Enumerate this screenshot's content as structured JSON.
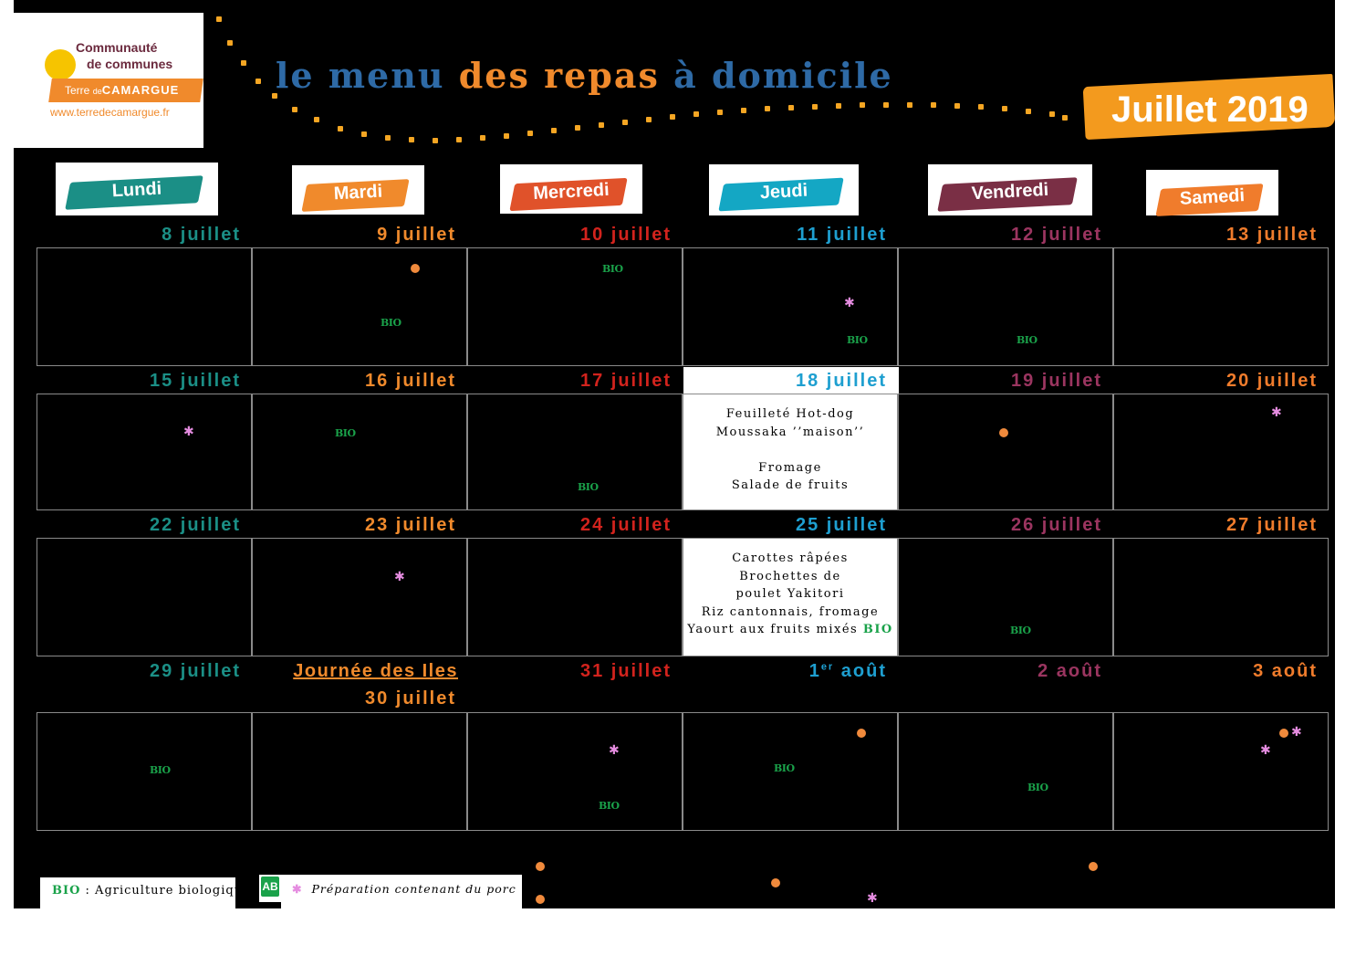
{
  "header": {
    "logo": {
      "line1": "Communauté",
      "line2": "de communes",
      "line3a": "Terre",
      "line3b": "de",
      "line3c": "CAMARGUE",
      "url": "www.terredecamargue.fr"
    },
    "title": {
      "part1": "le menu",
      "part2": "des repas",
      "part3": "à domicile"
    },
    "month": "Juillet 2019"
  },
  "days": [
    {
      "label": "Lundi",
      "color": "#1b8f86"
    },
    {
      "label": "Mardi",
      "color": "#f08a2c"
    },
    {
      "label": "Mercredi",
      "color": "#e0522a"
    },
    {
      "label": "Jeudi",
      "color": "#14a7c4"
    },
    {
      "label": "Vendredi",
      "color": "#7a2f45"
    },
    {
      "label": "Samedi",
      "color": "#f07c2c"
    }
  ],
  "date_colors": [
    "#1b8f86",
    "#f08a2c",
    "#d2231d",
    "#1e9fd0",
    "#9b3560",
    "#f07c2c"
  ],
  "weeks": [
    {
      "dates": [
        "8 juillet",
        "9 juillet",
        "10 juillet",
        "11 juillet",
        "12 juillet",
        "13 juillet"
      ]
    },
    {
      "dates": [
        "15 juillet",
        "16 juillet",
        "17 juillet",
        "18 juillet",
        "19 juillet",
        "20 juillet"
      ]
    },
    {
      "dates": [
        "22 juillet",
        "23 juillet",
        "24 juillet",
        "25 juillet",
        "26 juillet",
        "27 juillet"
      ]
    },
    {
      "dates": [
        "29 juillet",
        "Journée des Iles",
        "31 juillet",
        "1",
        "2 août",
        "3 août"
      ],
      "sub_date": "30 juillet",
      "sup_er": "er",
      "aout": "août"
    }
  ],
  "menus": {
    "jul18": [
      "Feuilleté Hot-dog",
      "Moussaka ’’maison’’",
      "",
      "Fromage",
      "Salade de fruits"
    ],
    "jul25": [
      "Carottes râpées",
      "Brochettes de",
      "poulet Yakitori",
      "Riz cantonnais, fromage",
      "Yaourt aux fruits mixés"
    ],
    "jul25_bio": "BIO"
  },
  "markers": {
    "bio": "BIO",
    "star": "✱"
  },
  "legend": {
    "bio_label": "BIO",
    "bio_text": " : Agriculture biologique",
    "ab_logo": "AB",
    "star": "✱",
    "pork_text": "Préparation contenant du porc"
  }
}
